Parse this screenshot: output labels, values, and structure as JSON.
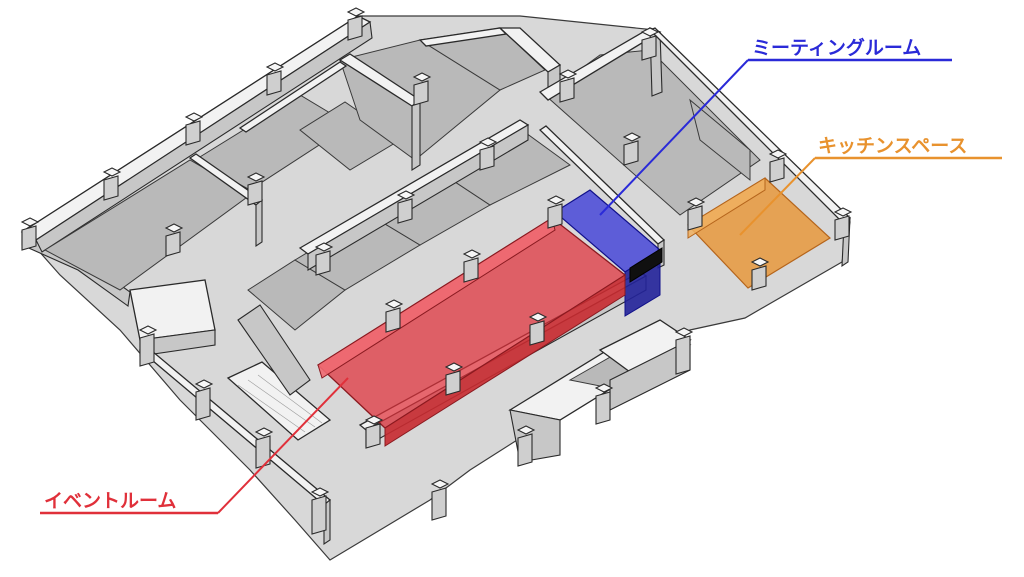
{
  "labels": {
    "meeting_room": "ミーティングルーム",
    "kitchen_space": "キッチンスペース",
    "event_room": "イベントルーム"
  },
  "colors": {
    "event_room": "#e0303a",
    "meeting_room": "#2a2ad8",
    "kitchen_space": "#e8922e"
  }
}
